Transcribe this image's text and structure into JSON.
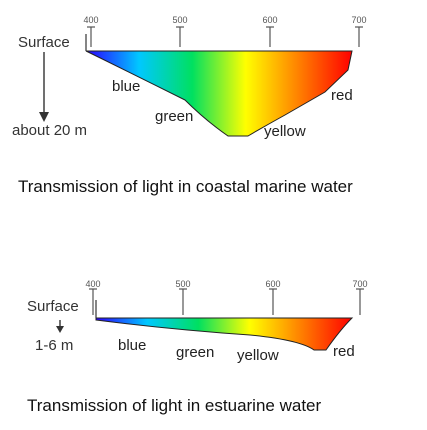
{
  "coastal": {
    "scale_ticks": [
      "400",
      "500",
      "600",
      "700"
    ],
    "surface_label": "Surface",
    "depth_label": "about 20 m",
    "colors": {
      "blue": "blue",
      "green": "green",
      "yellow": "yellow",
      "red": "red"
    },
    "caption": "Transmission of light in coastal marine water"
  },
  "estuarine": {
    "scale_ticks": [
      "400",
      "500",
      "600",
      "700"
    ],
    "surface_label": "Surface",
    "depth_label": "1-6 m",
    "colors": {
      "blue": "blue",
      "green": "green",
      "yellow": "yellow",
      "red": "red"
    },
    "caption": "Transmission of light in estuarine water"
  },
  "spectrum_colors": [
    "#2a00ff",
    "#00c8ff",
    "#00e060",
    "#ffff00",
    "#ff8000",
    "#ff0000"
  ]
}
